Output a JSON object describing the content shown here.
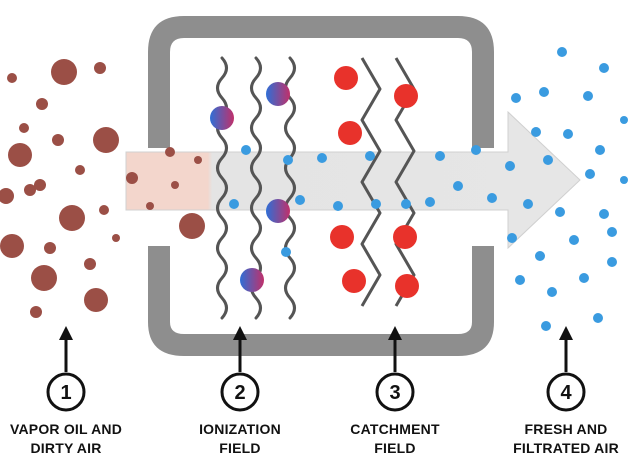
{
  "colors": {
    "dirty_particle": "#9b4f46",
    "ionized_gradient": [
      "#2f6fd6",
      "#c0306a"
    ],
    "catchment_particle": "#e8322b",
    "clean_particle": "#3a9be0",
    "housing": "#8e8e8e",
    "arrow_fill": "#e4e4e4",
    "arrow_tint": "#f3d6cc",
    "wire": "#555555"
  },
  "steps": [
    {
      "number": "1",
      "line1": "VAPOR OIL AND",
      "line2": "DIRTY AIR"
    },
    {
      "number": "2",
      "line1": "IONIZATION",
      "line2": "FIELD"
    },
    {
      "number": "3",
      "line1": "CATCHMENT",
      "line2": "FIELD"
    },
    {
      "number": "4",
      "line1": "FRESH AND",
      "line2": "FILTRATED AIR"
    }
  ]
}
